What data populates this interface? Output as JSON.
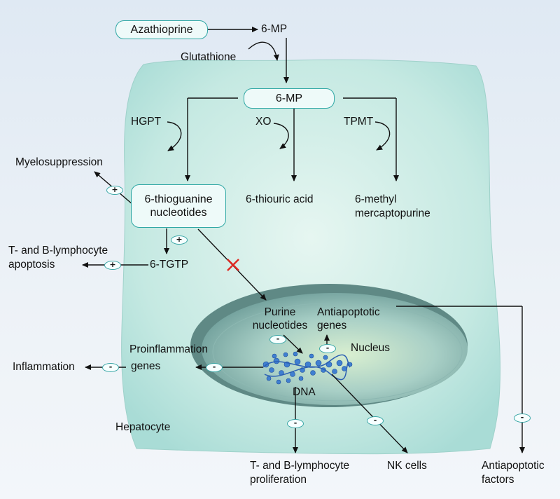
{
  "nodes": {
    "azathioprine": "Azathioprine",
    "mp_top": "6-MP",
    "glutathione": "Glutathione",
    "mp_cell": "6-MP",
    "hgpt": "HGPT",
    "xo": "XO",
    "tpmt": "TPMT",
    "tgn_line1": "6-thioguanine",
    "tgn_line2": "nucleotides",
    "thiouric": "6-thiouric acid",
    "methyl_line1": "6-methyl",
    "methyl_line2": "mercaptopurine",
    "myelo": "Myelosuppression",
    "apop_line1": "T- and B-lymphocyte",
    "apop_line2": "apoptosis",
    "tgtp": "6-TGTP",
    "purine_line1": "Purine",
    "purine_line2": "nucleotides",
    "antiapop_genes_line1": "Antiapoptotic",
    "antiapop_genes_line2": "genes",
    "nucleus": "Nucleus",
    "proinflam_line1": "Proinflammation",
    "proinflam_line2": "genes",
    "inflammation": "Inflammation",
    "dna": "DNA",
    "hepatocyte": "Hepatocyte",
    "prolif_line1": "T- and B-lymphocyte",
    "prolif_line2": "proliferation",
    "nk": "NK cells",
    "antiapop_factors_line1": "Antiapoptotic",
    "antiapop_factors_line2": "factors"
  },
  "signs": {
    "plus": "+",
    "minus": "-"
  },
  "colors": {
    "cell": "#bfe6e0",
    "nucleus": "#7fa9a6",
    "box_border": "#2ea7a4",
    "arrow": "#111111",
    "block_x": "#e0261f",
    "dna": "#3f7fd1"
  }
}
